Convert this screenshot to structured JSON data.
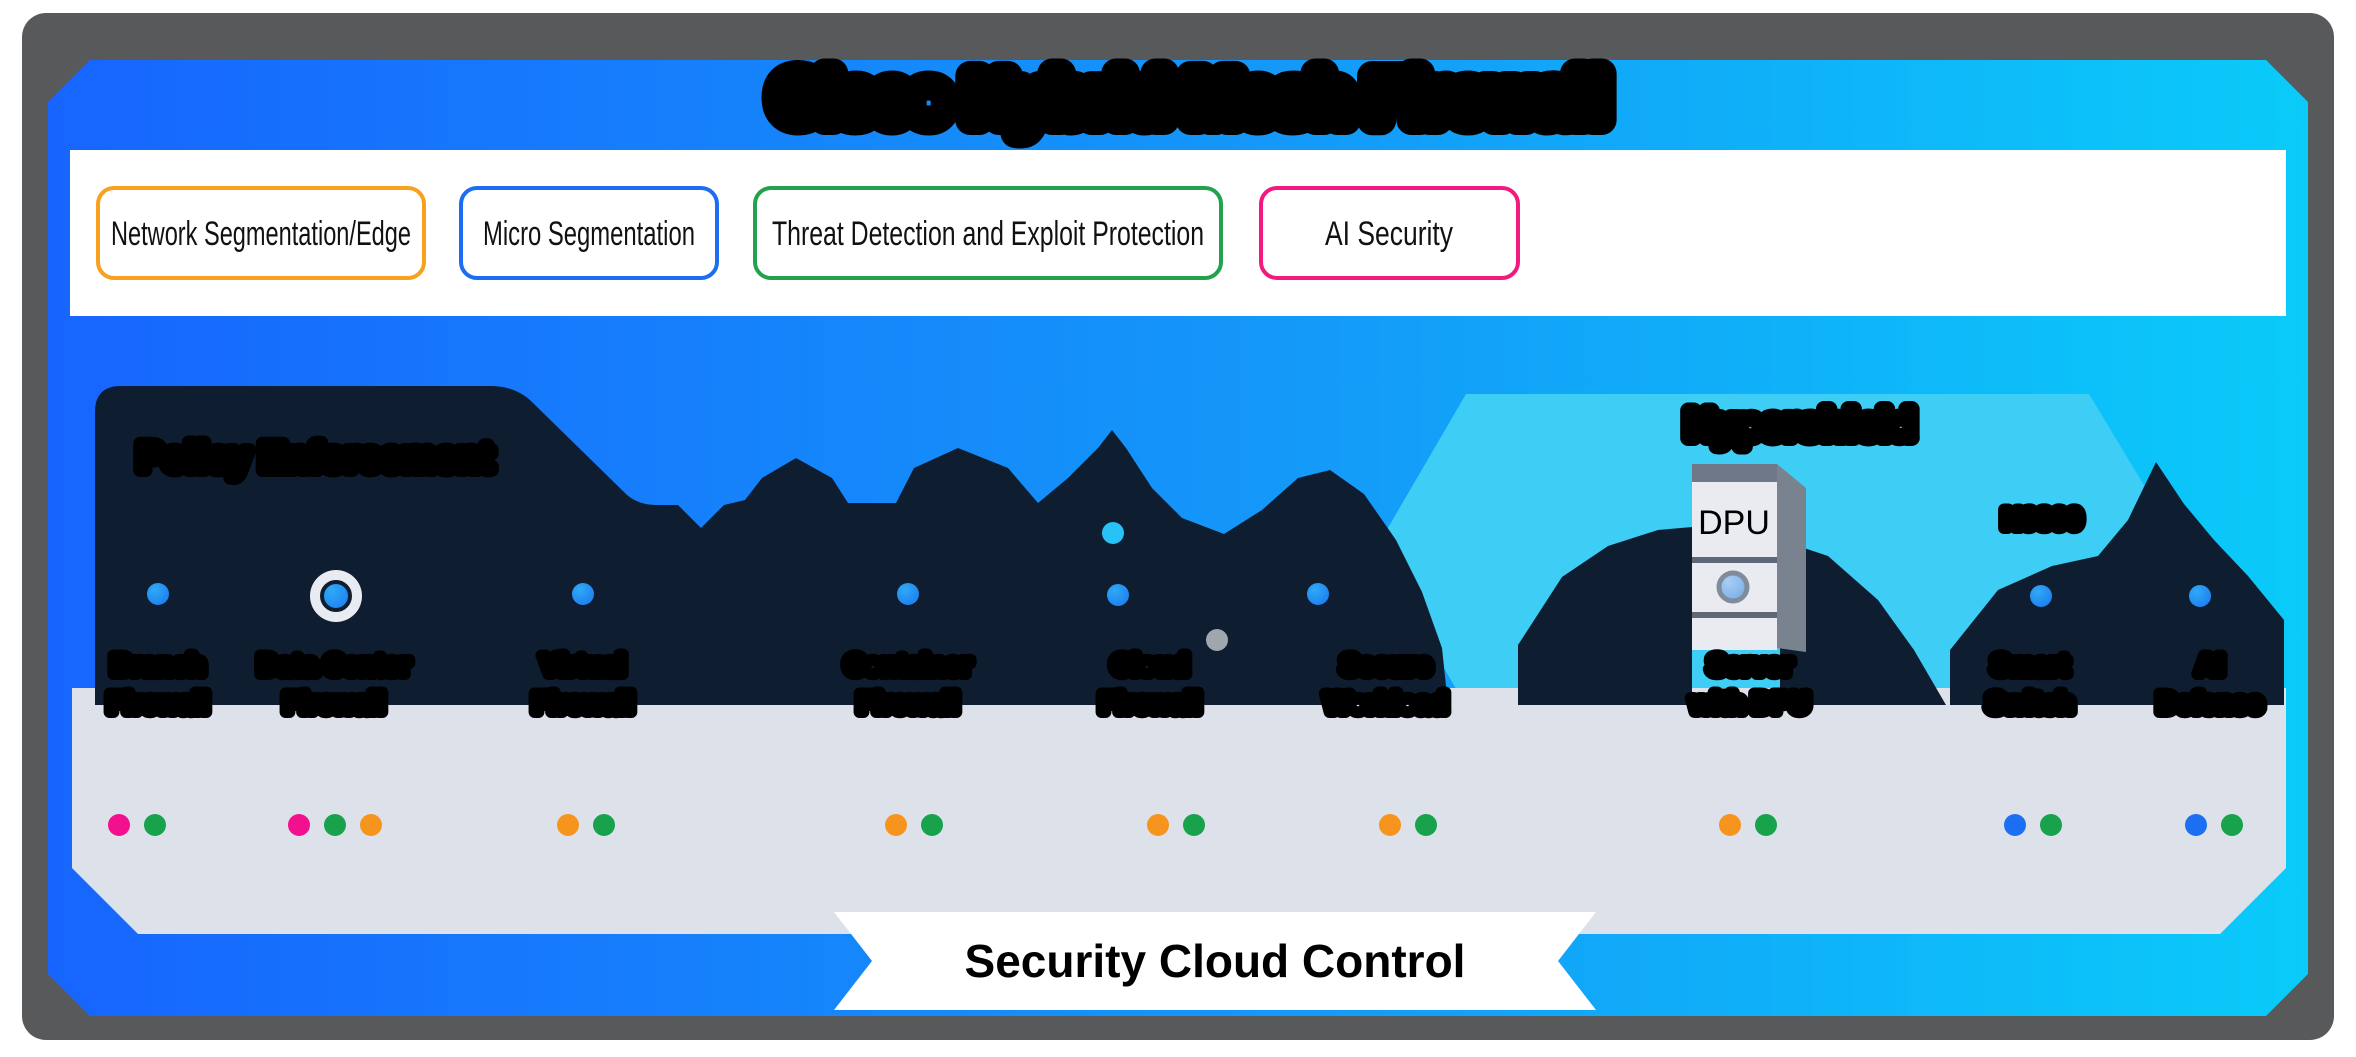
{
  "note": "Static architecture diagram. Several text areas (title, Policy Enforcement, Hypershield, enforcement-point labels) are rendered as illegible solid black blobs in the source image; their text values below are reconstructions rendered with heavy black stroke to match the blob appearance.",
  "diagram": {
    "title": "Cisco Hybrid Mesh Firewall",
    "title_legible": false
  },
  "capabilities": [
    {
      "label": "Network Segmentation/Edge",
      "border_color": "#F7A11E"
    },
    {
      "label": "Micro Segmentation",
      "border_color": "#1C6DF2"
    },
    {
      "label": "Threat Detection and Exploit Protection",
      "border_color": "#23A24D"
    },
    {
      "label": "AI Security",
      "border_color": "#F21A7E"
    }
  ],
  "policy_enforcement": {
    "label": "Policy Enforcement",
    "legible": false
  },
  "hypershield": {
    "label": "Hypershield",
    "legible": false,
    "dpu_label": "DPU",
    "switch_model_label": "N9300"
  },
  "enforcement_points": [
    {
      "lines": [
        "Branch",
        "Firewall"
      ],
      "dots": [
        "#F2108F",
        "#17A24B"
      ]
    },
    {
      "lines": [
        "Data Center",
        "Firewall"
      ],
      "dots": [
        "#F2108F",
        "#17A24B",
        "#F7941D"
      ]
    },
    {
      "lines": [
        "Virtual",
        "Firewall"
      ],
      "dots": [
        "#F7941D",
        "#17A24B"
      ]
    },
    {
      "lines": [
        "Container",
        "Firewall"
      ],
      "dots": [
        "#F7941D",
        "#17A24B"
      ]
    },
    {
      "lines": [
        "Cloud",
        "Firewall"
      ],
      "dots": [
        "#F7941D",
        "#17A24B"
      ]
    },
    {
      "lines": [
        "Secure",
        "Workload"
      ],
      "dots": [
        "#F7941D",
        "#17A24B"
      ]
    },
    {
      "lines": [
        "Server",
        "with DPU"
      ],
      "dots": [
        "#F7941D",
        "#17A24B"
      ]
    },
    {
      "lines": [
        "Smart",
        "Switch"
      ],
      "dots": [
        "#1C6EF2",
        "#17A24B"
      ]
    },
    {
      "lines": [
        "AI",
        "Defense"
      ],
      "dots": [
        "#1C6EF2",
        "#17A24B"
      ]
    }
  ],
  "bottom_banner": {
    "label": "Security Cloud Control"
  },
  "colors": {
    "frame_gray": "#58595B",
    "container_blue_left": "#1765FE",
    "container_blue_mid": "#1499F9",
    "container_cyan_right": "#0ACBF9",
    "hypershield_cyan": "#3ECDF5",
    "icon_navy": "#0F1D31",
    "band_gray": "#DDE2EA",
    "white": "#FFFFFF",
    "led_blue_light": "#2FAAF5",
    "led_blue_dark": "#1B78F0",
    "led_cyan": "#27C2F6",
    "led_gray": "#9FA6AE",
    "dpu_face": "#E9EBF1",
    "dpu_side": "#79828F",
    "dpu_cap": "#6F7889",
    "dpu_divider": "#5E6876"
  }
}
